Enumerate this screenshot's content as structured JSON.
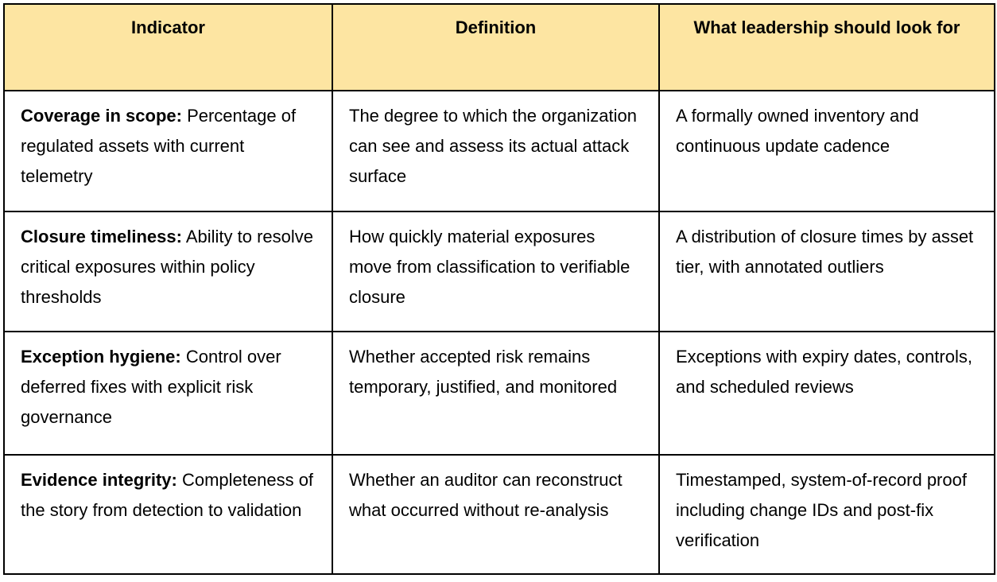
{
  "colors": {
    "header_bg": "#FDE5A2",
    "border": "#000000",
    "text": "#000000"
  },
  "table": {
    "header": {
      "indicator": "Indicator",
      "definition": "Definition",
      "leadership": "What leadership should look for"
    },
    "rows": [
      {
        "indicator_term": "Coverage in scope:",
        "indicator_rest": " Percentage of regulated assets with current telemetry",
        "definition": "The degree to which the organization can see and assess its actual attack surface",
        "leadership": "A formally owned inventory and continuous update cadence"
      },
      {
        "indicator_term": "Closure timeliness:",
        "indicator_rest": " Ability to resolve critical exposures within policy thresholds",
        "definition": "How quickly material exposures move from classification to verifiable closure",
        "leadership": "A distribution of closure times by asset tier, with annotated outliers"
      },
      {
        "indicator_term": "Exception hygiene:",
        "indicator_rest": " Control over deferred fixes with explicit risk governance",
        "definition": "Whether accepted risk remains temporary, justified, and monitored",
        "leadership": "Exceptions with expiry dates, controls, and scheduled reviews"
      },
      {
        "indicator_term": "Evidence integrity:",
        "indicator_rest": " Completeness of the story from detection to validation",
        "definition": "Whether an auditor can reconstruct what occurred without re-analysis",
        "leadership": "Timestamped, system-of-record proof including change IDs and post-fix verification"
      }
    ]
  }
}
